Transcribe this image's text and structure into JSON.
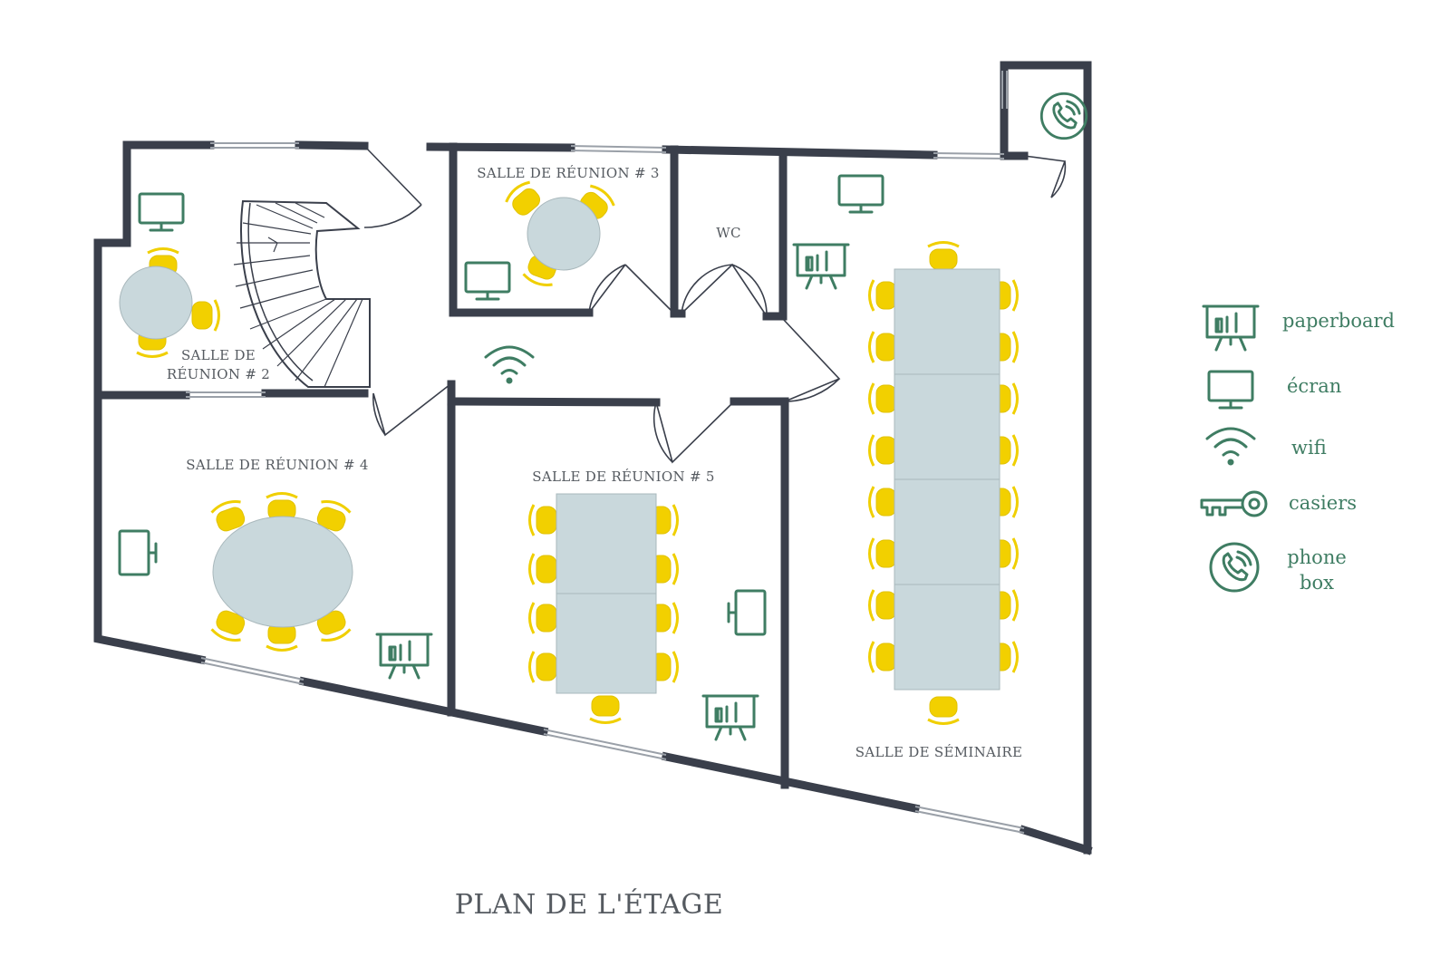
{
  "title": "PLAN DE L'ÉTAGE",
  "rooms": {
    "r2_line1": "SALLE DE",
    "r2_line2": "RÉUNION # 2",
    "r3": "SALLE DE RÉUNION # 3",
    "wc": "WC",
    "r4": "SALLE DE RÉUNION # 4",
    "r5": "SALLE DE RÉUNION # 5",
    "seminar": "SALLE DE SÉMINAIRE"
  },
  "legend": [
    {
      "icon": "paperboard-icon",
      "label": "paperboard"
    },
    {
      "icon": "screen-icon",
      "label": "écran"
    },
    {
      "icon": "wifi-icon",
      "label": "wifi"
    },
    {
      "icon": "key-icon",
      "label": "casiers"
    },
    {
      "icon": "phone-icon",
      "label_line1": "phone",
      "label_line2": "box"
    }
  ],
  "colors": {
    "wall": "#3a3f4b",
    "icon": "#3f7d63",
    "chair": "#f2d000",
    "table": "#c9d8dc"
  }
}
